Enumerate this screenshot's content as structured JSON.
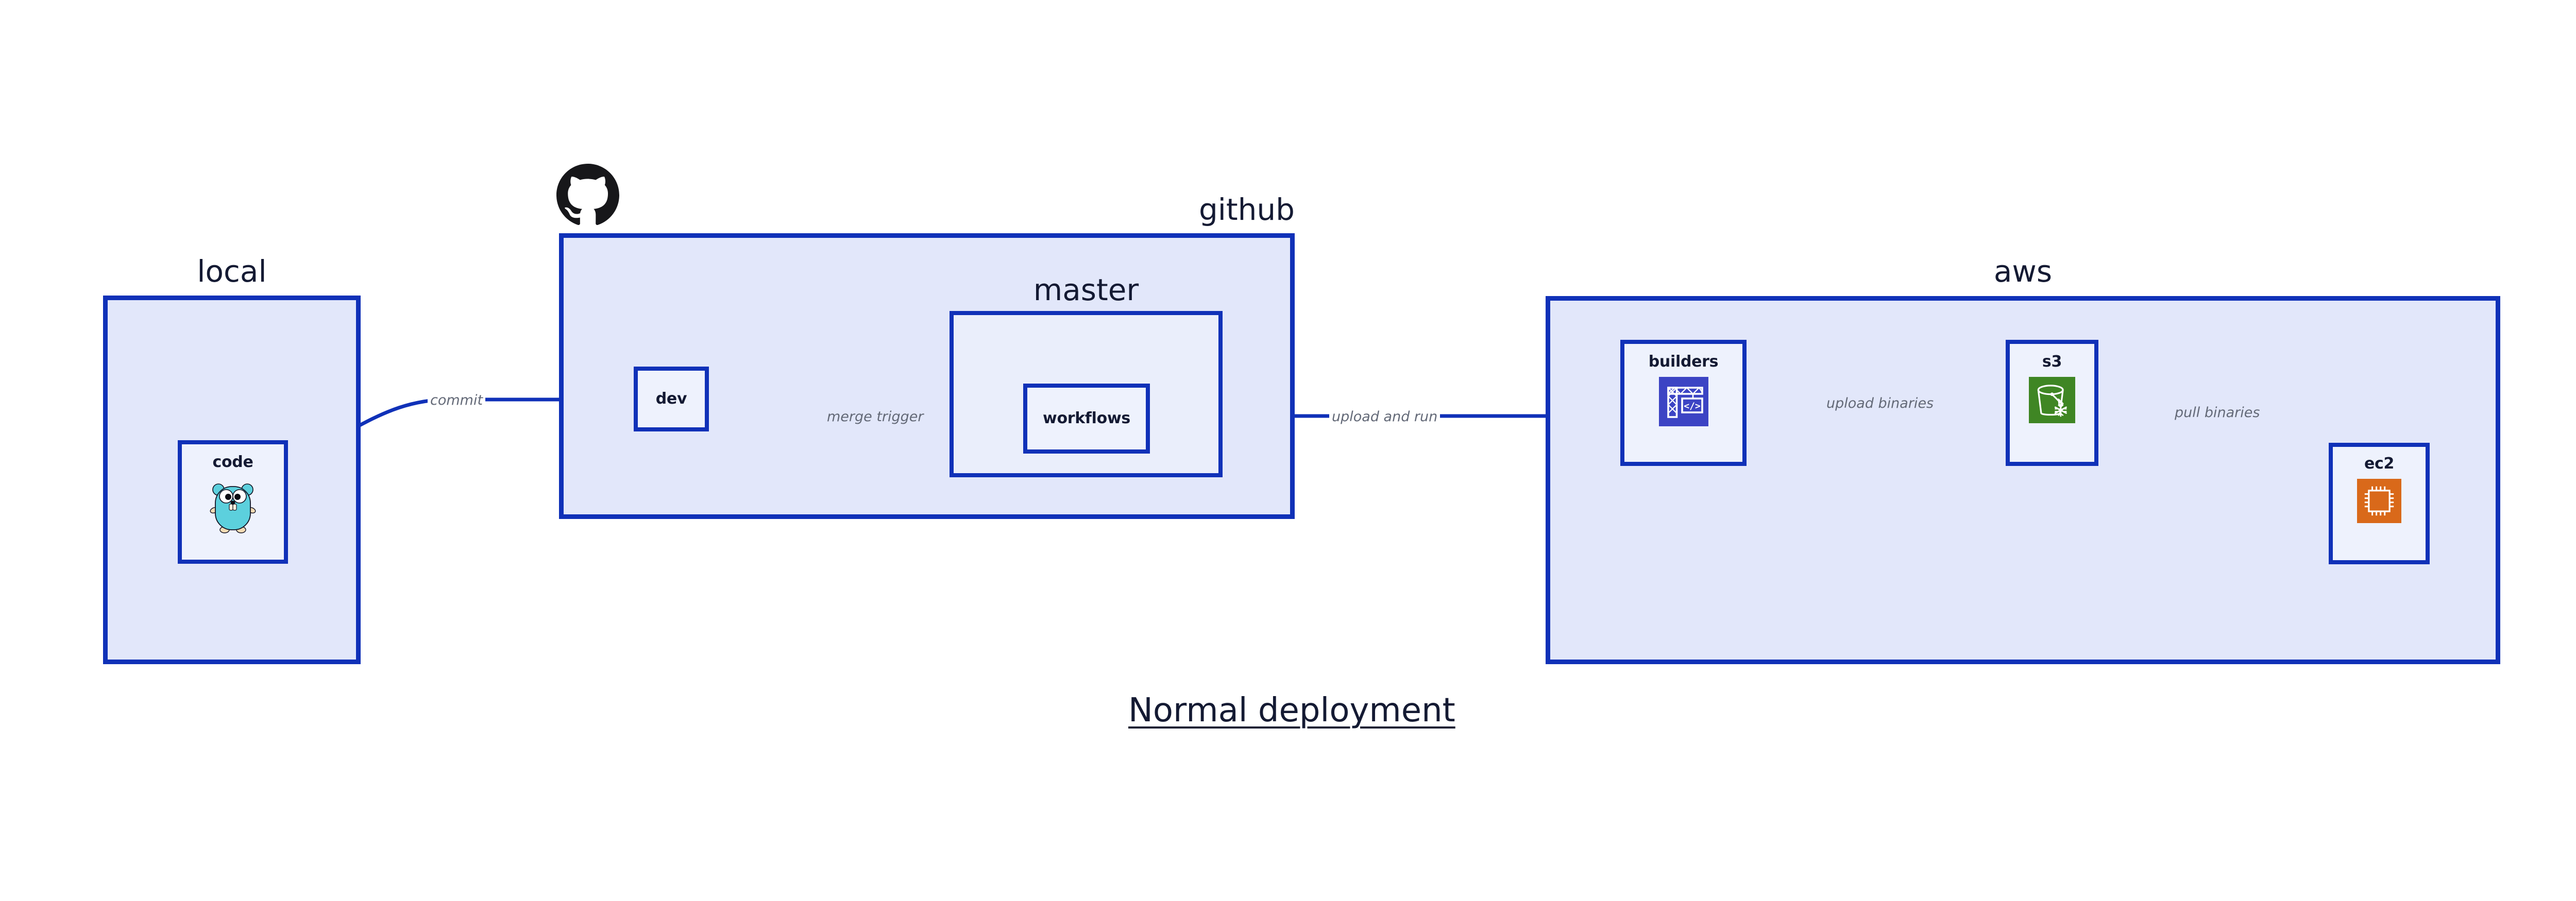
{
  "diagram": {
    "title": "Normal deployment",
    "colors": {
      "border": "#1031b8",
      "group_fill": "#e2e7fa",
      "subgroup_fill": "#eaeefb",
      "node_fill": "#eef2fd",
      "label_text": "#141a33",
      "edge_label_text": "#636977",
      "builders_icon": "#3c44c4",
      "s3_icon": "#3f8624",
      "ec2_icon": "#d9691a",
      "gopher": "#5cd0dd",
      "github_mark": "#17171a"
    }
  },
  "groups": {
    "local": {
      "label": "local"
    },
    "github": {
      "label": "github"
    },
    "master": {
      "label": "master"
    },
    "aws": {
      "label": "aws"
    }
  },
  "nodes": {
    "code": {
      "label": "code",
      "icon": "go-gopher-icon"
    },
    "dev": {
      "label": "dev"
    },
    "workflows": {
      "label": "workflows"
    },
    "builders": {
      "label": "builders",
      "icon": "aws-codebuild-icon"
    },
    "s3": {
      "label": "s3",
      "icon": "aws-s3-glacier-icon"
    },
    "ec2": {
      "label": "ec2",
      "icon": "aws-ec2-icon"
    }
  },
  "edges": [
    {
      "id": "commit",
      "label": "commit",
      "from": "code",
      "to": "dev"
    },
    {
      "id": "merge-trigger",
      "label": "merge trigger",
      "from": "dev",
      "to": "workflows"
    },
    {
      "id": "upload-and-run",
      "label": "upload and run",
      "from": "workflows",
      "to": "builders"
    },
    {
      "id": "upload-binaries",
      "label": "upload binaries",
      "from": "builders",
      "to": "s3"
    },
    {
      "id": "pull-binaries",
      "label": "pull binaries",
      "from": "s3",
      "to": "ec2"
    }
  ],
  "icons": {
    "github": "github-mark-icon"
  }
}
